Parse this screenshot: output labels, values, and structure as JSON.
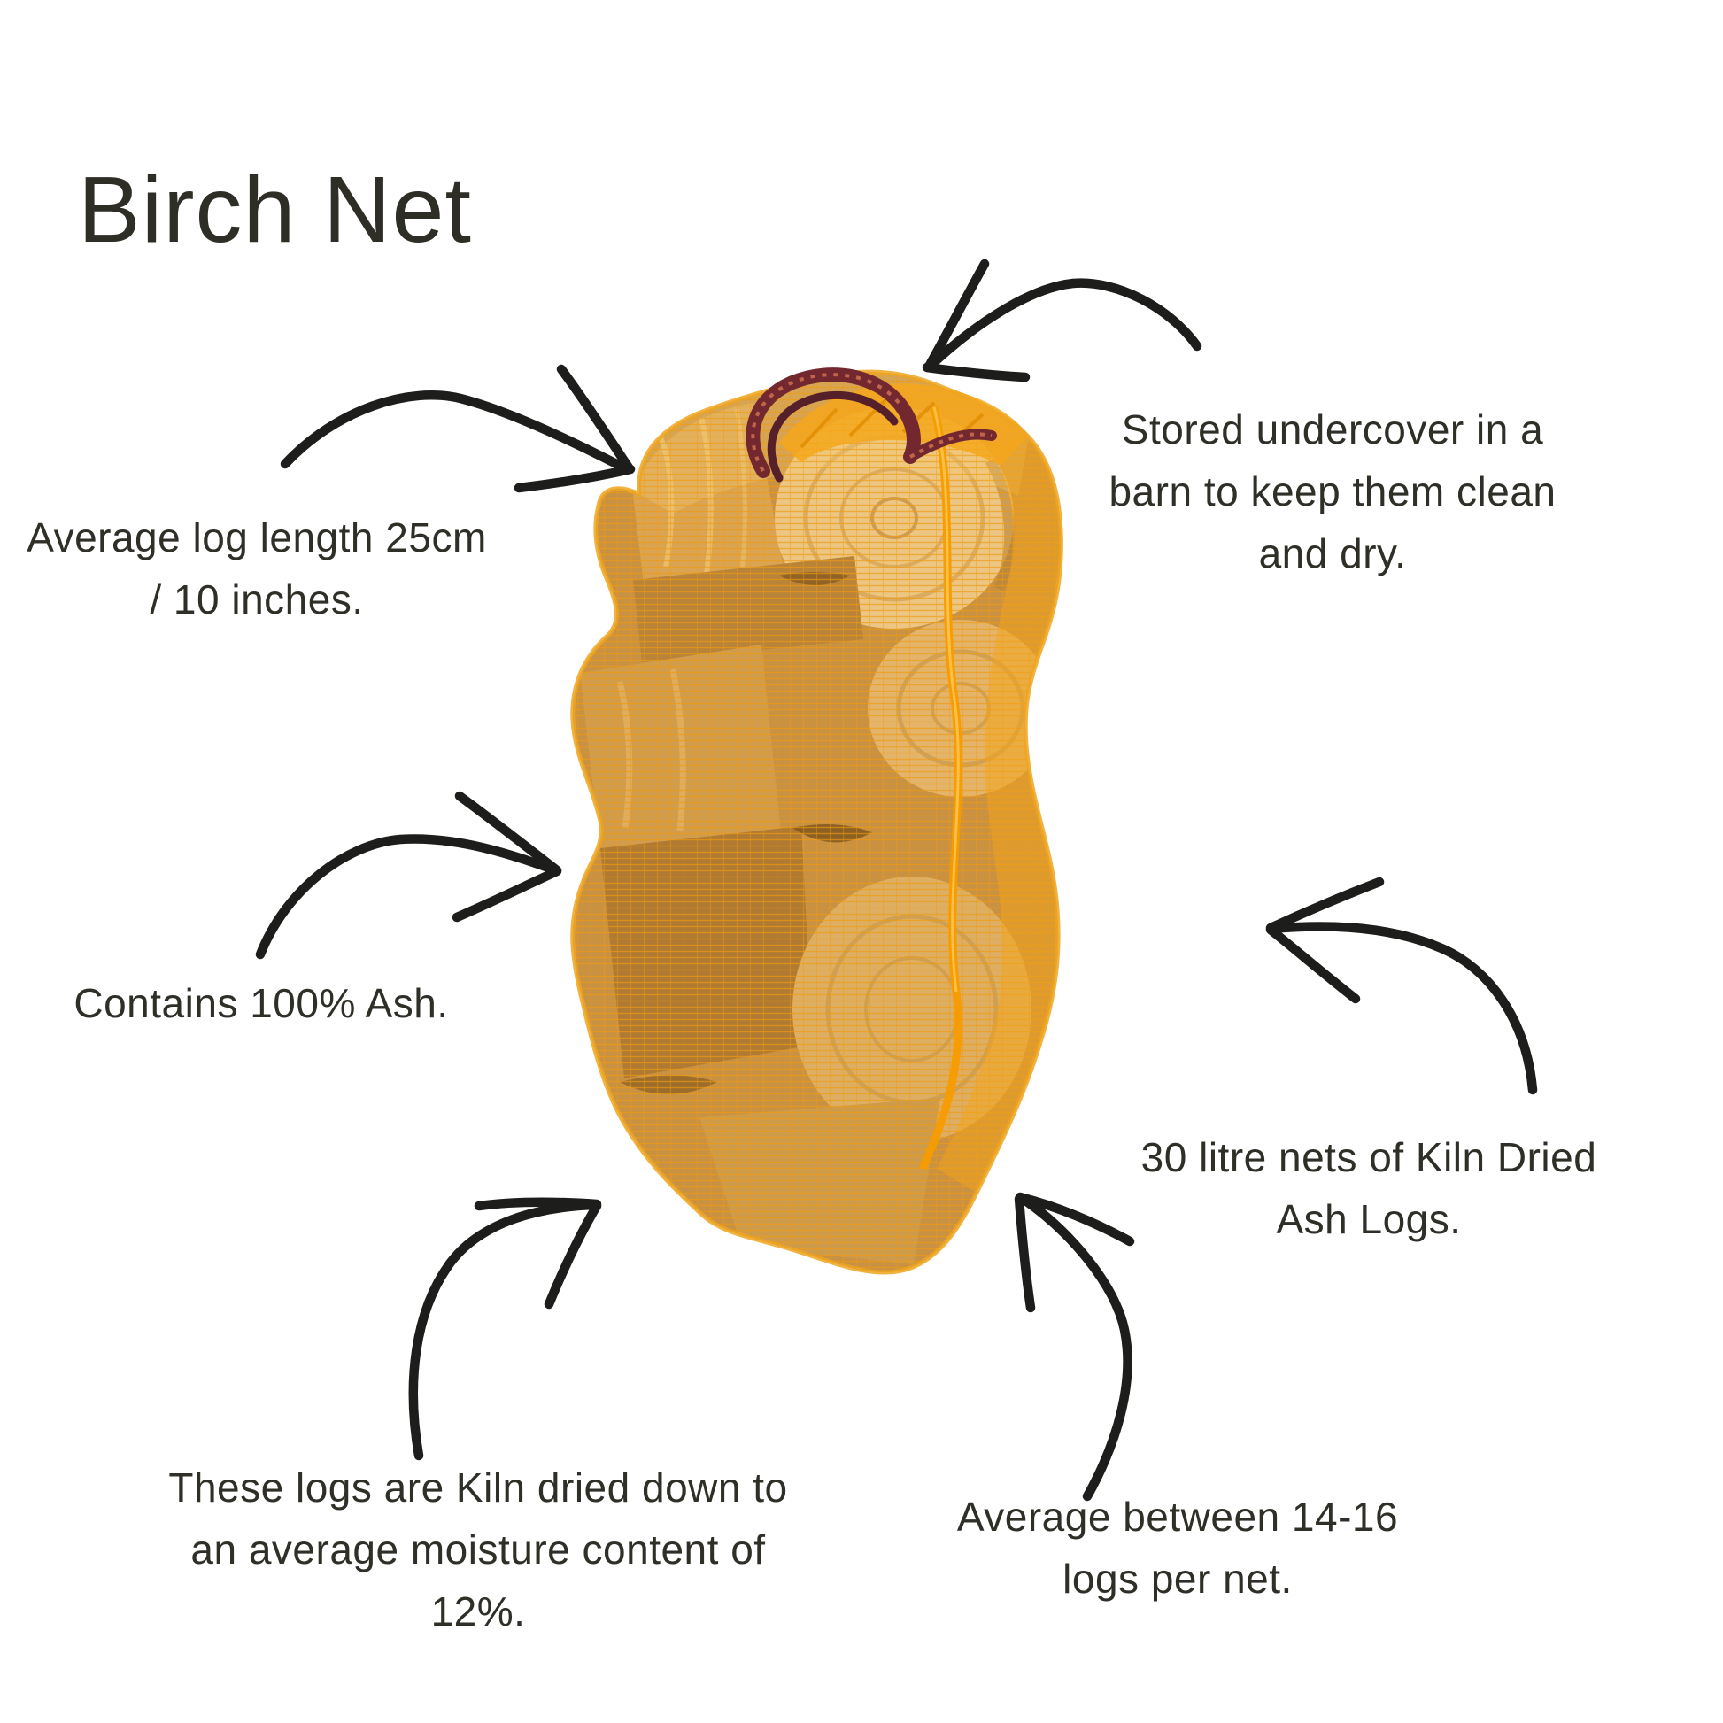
{
  "page": {
    "background": "#ffffff",
    "title": "Birch Net"
  },
  "colors": {
    "text": "#2f2f28",
    "arrows": "#1d1d1b",
    "net_orange": "#f59e0b",
    "net_highlight": "#f4a71c",
    "rope_orange": "#f79c00",
    "handle_maroon": "#73282f",
    "wood_light": "#ead0a0",
    "wood_mid": "#c99b5d",
    "wood_dark": "#9f713c"
  },
  "product": {
    "name": "net-bag-of-logs",
    "description": "Orange mesh net sack filled with kiln dried logs, maroon carry handle at the top"
  },
  "annotations": [
    {
      "id": "log-length",
      "text": "Average log length 25cm\n/ 10 inches."
    },
    {
      "id": "storage",
      "text": "Stored undercover in a\nbarn to keep them clean\nand dry."
    },
    {
      "id": "species",
      "text": "Contains 100% Ash."
    },
    {
      "id": "volume",
      "text": "30 litre nets of Kiln Dried\nAsh Logs."
    },
    {
      "id": "moisture",
      "text": "These logs are Kiln dried down to\nan average moisture content of\n12%."
    },
    {
      "id": "log-count",
      "text": "Average between 14-16\nlogs per net."
    }
  ]
}
